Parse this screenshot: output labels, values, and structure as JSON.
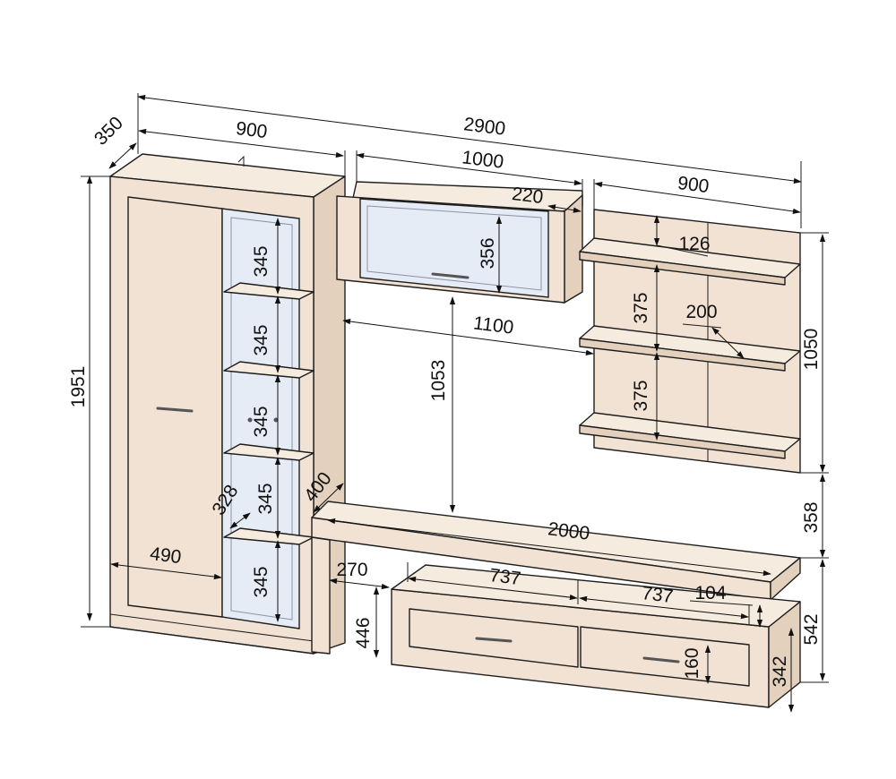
{
  "dimensions": {
    "overall_width": "2900",
    "overall_height": "1951",
    "depth_left": "350",
    "left_cabinet_width": "900",
    "left_door_width": "490",
    "shelf_depth_left": "328",
    "shelf_spacing_1": "345",
    "shelf_spacing_2": "345",
    "shelf_spacing_3": "345",
    "shelf_spacing_4": "345",
    "shelf_spacing_5": "345",
    "wall_cabinet_width": "1000",
    "wall_cabinet_depth": "220",
    "wall_cabinet_height": "356",
    "shelf_panel_width": "900",
    "shelf_depth": "126",
    "shelf_gap_upper": "375",
    "shelf_gap_lower": "375",
    "shelf_board": "200",
    "shelf_panel_height": "1050",
    "gap_under_wall_cabinet": "1053",
    "gap_to_panel": "1100",
    "tv_stand_width": "2000",
    "tv_stand_depth": "400",
    "tv_stand_top_gap": "358",
    "tv_stand_total_height": "542",
    "tv_stand_base_height": "342",
    "leg_height": "446",
    "leg_depth": "270",
    "niche_width_1": "737",
    "niche_width_2": "737",
    "niche_height": "104",
    "drawer_height": "160"
  }
}
